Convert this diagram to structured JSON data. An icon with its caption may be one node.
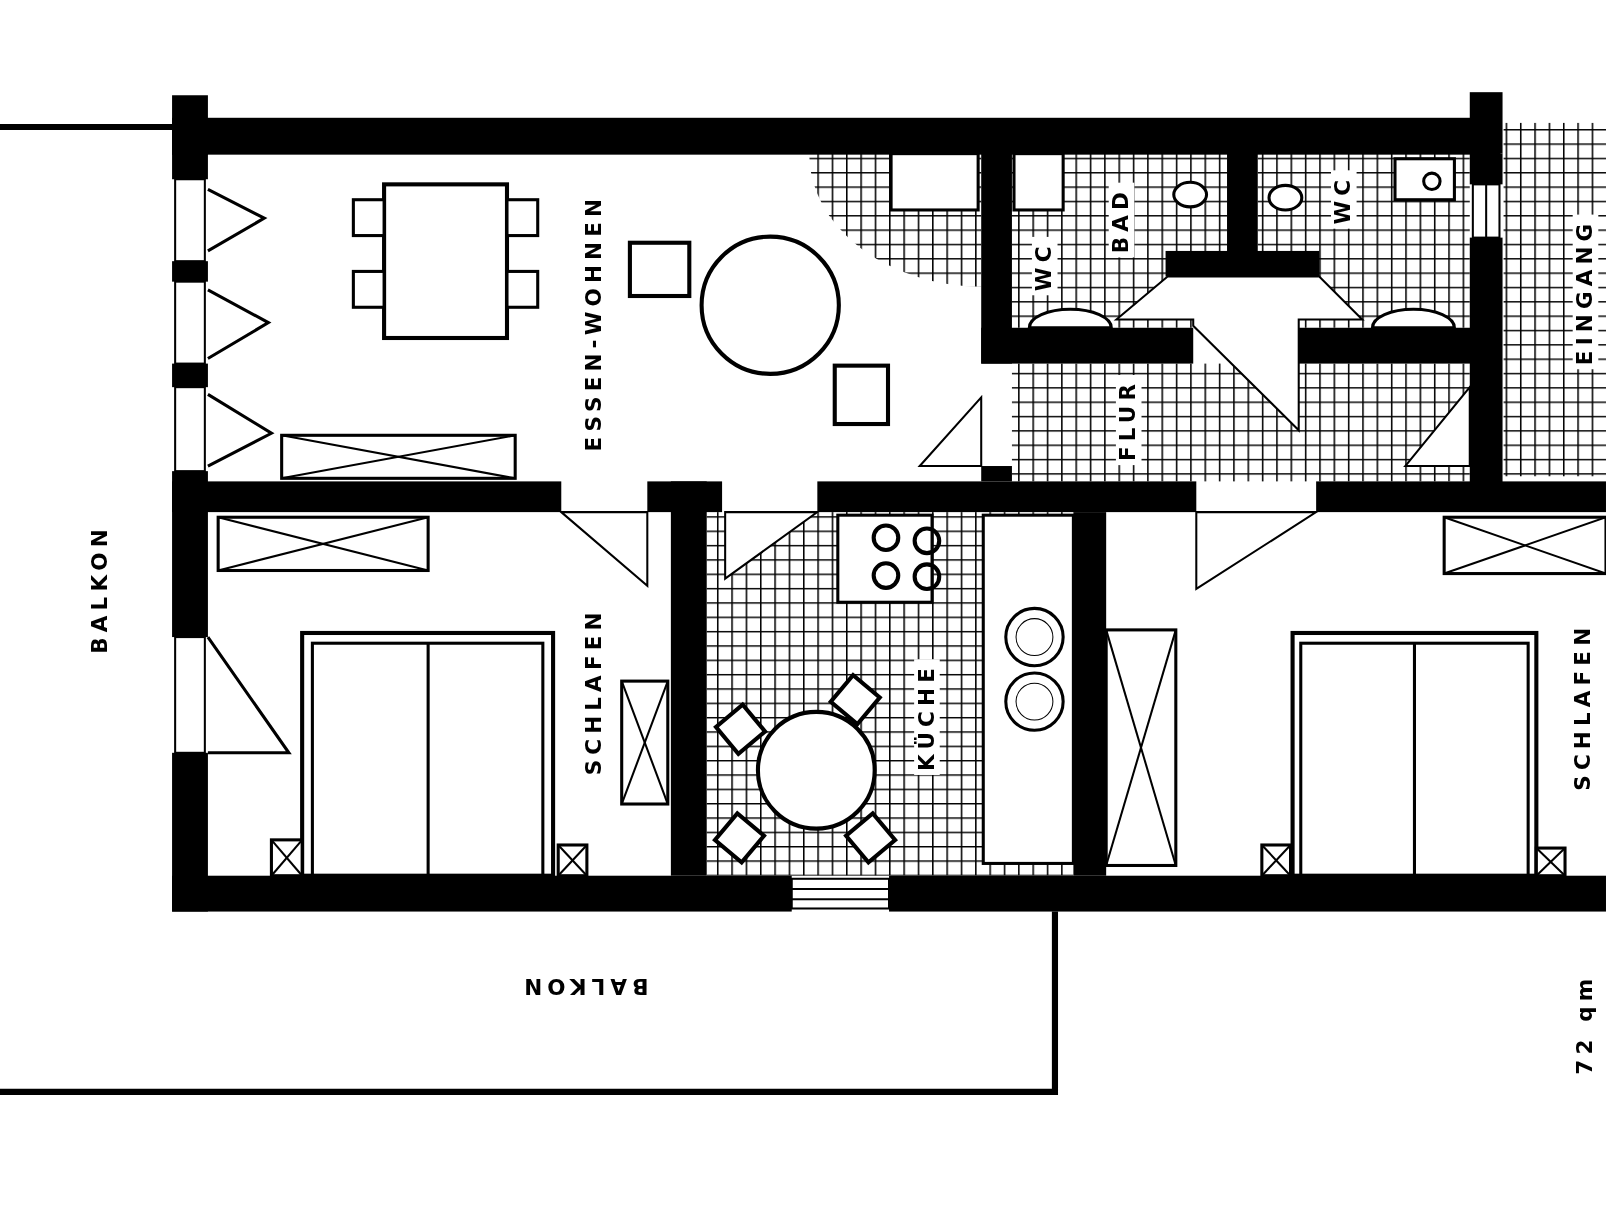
{
  "diagram": {
    "labels": [
      "ESSEN-WOHNEN",
      "WC",
      "BAD",
      "WC",
      "EINGANG",
      "FLUR",
      "BALKON",
      "SCHLAFEN",
      "KÜCHE",
      "SCHLAFEN",
      "BALKON",
      "72 qm"
    ]
  }
}
